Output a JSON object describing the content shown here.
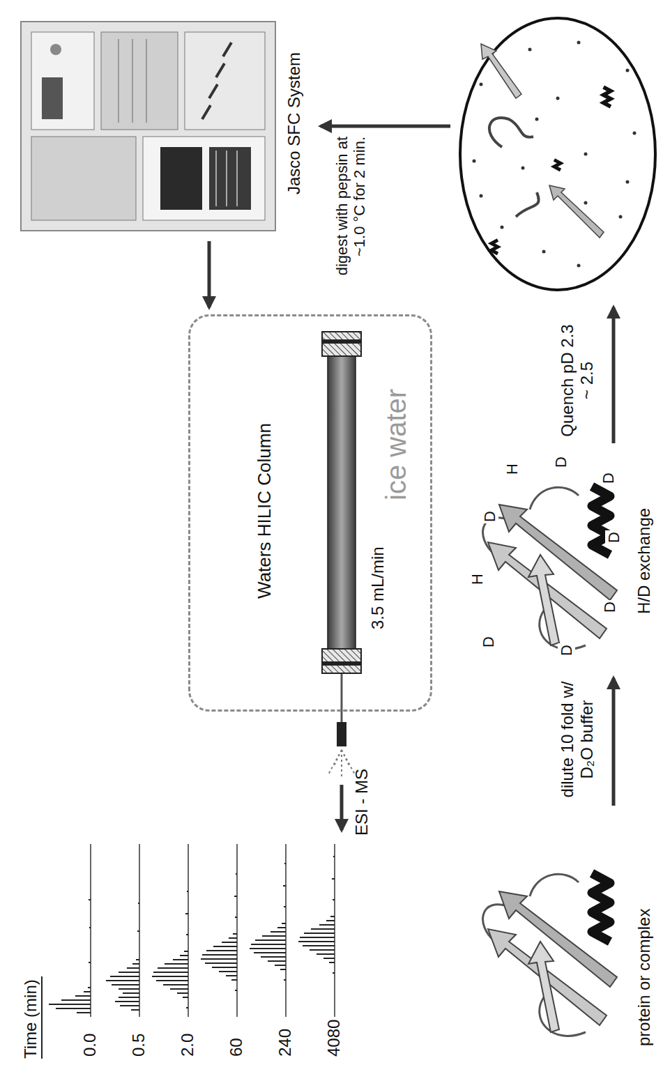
{
  "diagram": {
    "nodes": [
      {
        "text": [
          "Waters HILIC Column",
          "3.5 mL/min",
          "ice water"
        ]
      }
    ],
    "labels": [
      "protein or complex",
      "dilute 10 fold w/ D₂O buffer",
      "D",
      "H",
      "D",
      "H",
      "D",
      "D",
      "D",
      "D",
      "D",
      "H/D exchange",
      "Quench pD 2.3 ~ 2.5",
      "digest with pepsin at ~1.0 °C for 2 min.",
      "Jasco SFC System",
      "ESI - MS",
      "Time (min)",
      "0.0",
      "0.5",
      "2.0",
      "60",
      "240",
      "4080"
    ]
  }
}
